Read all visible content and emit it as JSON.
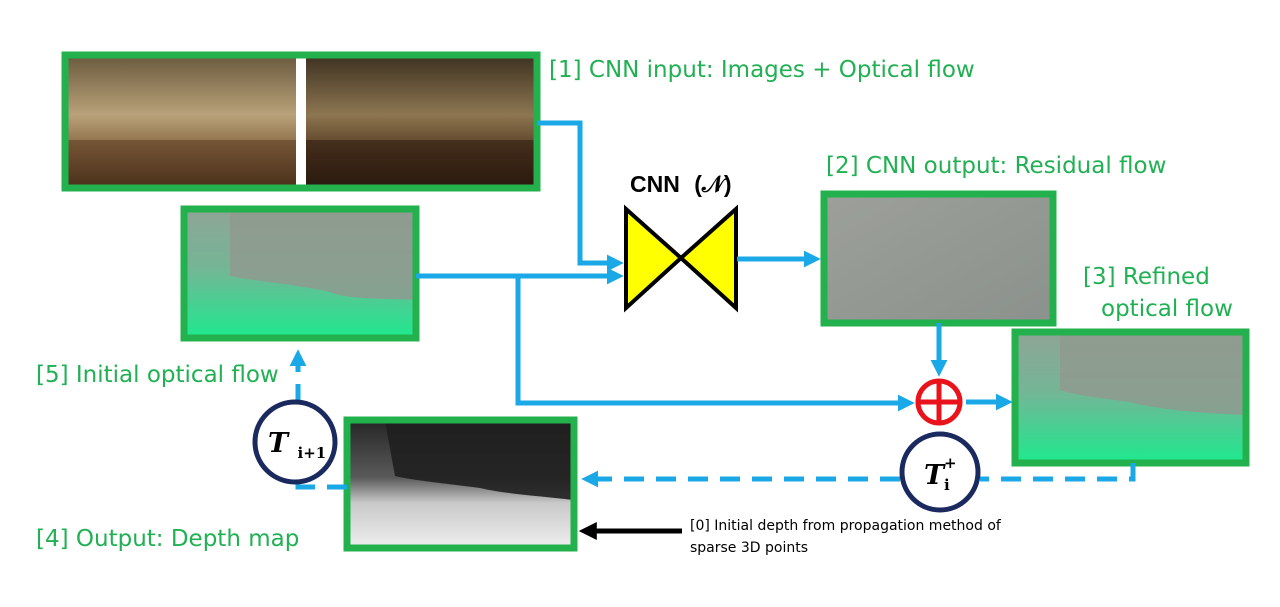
{
  "labels": {
    "cnn_input": "[1] CNN input: Images + Optical flow",
    "cnn_output": "[2] CNN output: Residual flow",
    "refined_line1": "[3] Refined",
    "refined_line2": "optical flow",
    "depth_output": "[4] Output: Depth map",
    "initial_flow": "[5] Initial optical flow",
    "cnn_title": "CNN",
    "cnn_symbol": "(𝒩)",
    "initial_depth_line1": "[0] Initial depth from propagation method of",
    "initial_depth_line2": "sparse 3D points"
  },
  "operators": {
    "t_next_main": "T",
    "t_next_sub": "i+1",
    "t_plus_main": "T",
    "t_plus_sub": "i",
    "t_plus_sup": "+"
  },
  "colors": {
    "frame_green": "#22b14c",
    "label_green": "#21b053",
    "arrow_blue": "#1aa9e6",
    "cnn_fill": "#ffff00",
    "plus_red": "#e8131b",
    "circle_navy": "#1a2a5e",
    "flow_green": "#1fe88f",
    "flow_gray": "#8e9a8d"
  }
}
